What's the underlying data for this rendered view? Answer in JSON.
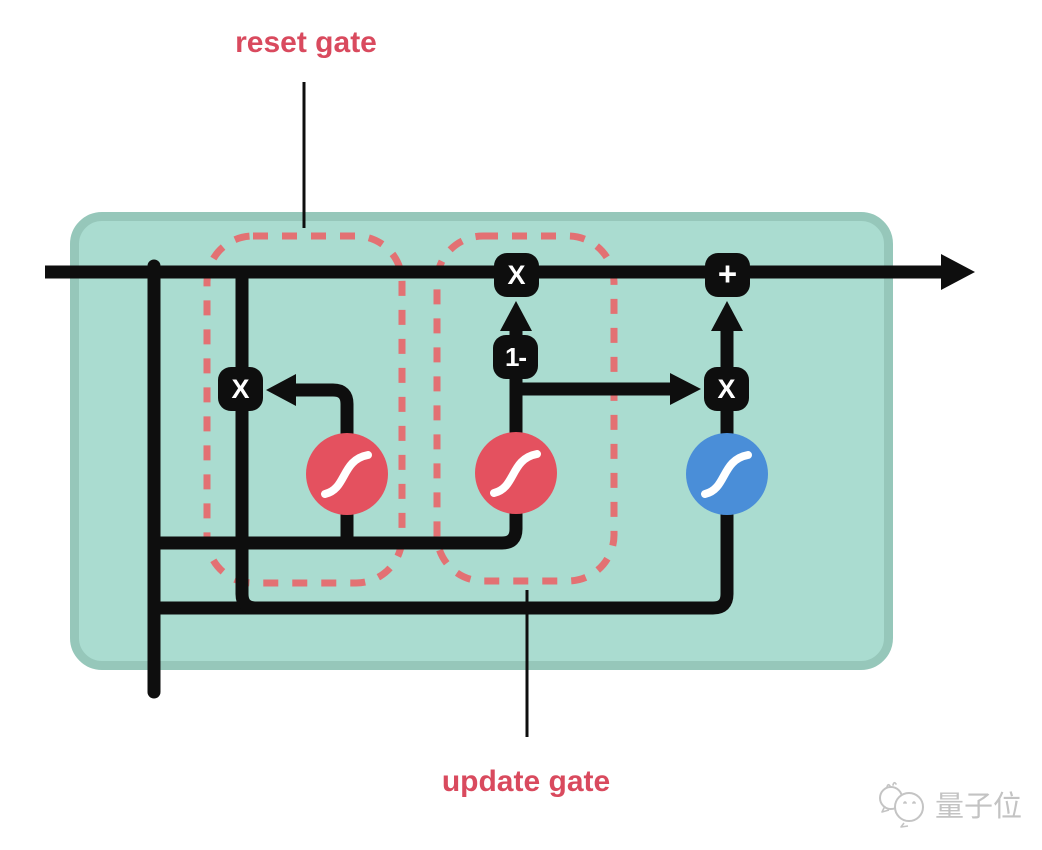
{
  "labels": {
    "reset_gate": "reset gate",
    "update_gate": "update gate"
  },
  "operators": {
    "multiply": "X",
    "add": "+",
    "one_minus": "1-"
  },
  "nodes": [
    {
      "id": "reset-sigmoid",
      "icon": "sigmoid-curve-icon",
      "color": "#e4515f"
    },
    {
      "id": "update-sigmoid",
      "icon": "sigmoid-curve-icon",
      "color": "#e4515f"
    },
    {
      "id": "candidate-tanh",
      "icon": "sigmoid-curve-icon",
      "color": "#4a8ed8"
    }
  ],
  "watermark": {
    "brand_text": "量子位",
    "icon": "chat-bubbles-logo-icon"
  },
  "colors": {
    "cell_fill": "#aadcd0",
    "cell_border": "#96c7ba",
    "line_black": "#0e0e0e",
    "gate_dash": "#e37173",
    "sigmoid_red": "#e4515f",
    "tanh_blue": "#4a8ed8",
    "label_red": "#d94a5e",
    "watermark_gray": "#c3c3c3"
  }
}
